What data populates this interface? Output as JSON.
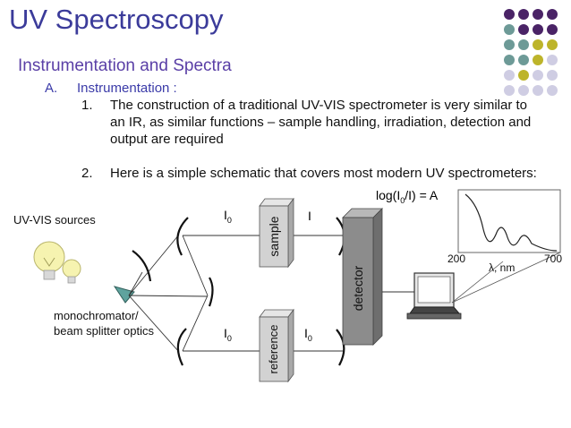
{
  "slide": {
    "title": "UV Spectroscopy",
    "subtitle": "Instrumentation and Spectra",
    "section_label": "A.",
    "section_text": "Instrumentation :",
    "items": [
      {
        "num": "1.",
        "text": "The construction of a traditional UV-VIS spectrometer is very similar to an IR, as similar functions – sample handling, irradiation, detection and output are required"
      },
      {
        "num": "2.",
        "text": "Here is a simple schematic that covers most modern UV spectrometers:"
      }
    ]
  },
  "diagram": {
    "sources_label": "UV-VIS sources",
    "mono_label_line1": "monochromator/",
    "mono_label_line2": "beam splitter optics",
    "i0_symbol": "I",
    "i0_subscript": "0",
    "i_symbol": "I",
    "sample_label": "sample",
    "reference_label": "reference",
    "detector_label": "detector",
    "equation_prefix": "log(I",
    "equation_subscript": "0",
    "equation_suffix": "/I) = A",
    "axis_min": "200",
    "axis_max": "700",
    "axis_unit": "λ, nm"
  },
  "colors": {
    "title": "#3b3b9a",
    "accent_purple": "#4a2366",
    "accent_teal": "#6d9a97",
    "accent_yellow": "#bdb42a",
    "accent_lavender": "#cfcde3",
    "detector_fill": "#8c8c8c",
    "prism_fill": "#5fa39e"
  },
  "decor_dots": [
    [
      "accent_purple",
      "accent_purple",
      "accent_purple",
      "accent_purple"
    ],
    [
      "accent_teal",
      "accent_purple",
      "accent_purple",
      "accent_purple"
    ],
    [
      "accent_teal",
      "accent_teal",
      "accent_yellow",
      "accent_yellow"
    ],
    [
      "accent_teal",
      "accent_teal",
      "accent_yellow",
      "accent_lavender"
    ],
    [
      "accent_lavender",
      "accent_yellow",
      "accent_lavender",
      "accent_lavender"
    ],
    [
      "accent_lavender",
      "accent_lavender",
      "accent_lavender",
      "accent_lavender"
    ]
  ]
}
